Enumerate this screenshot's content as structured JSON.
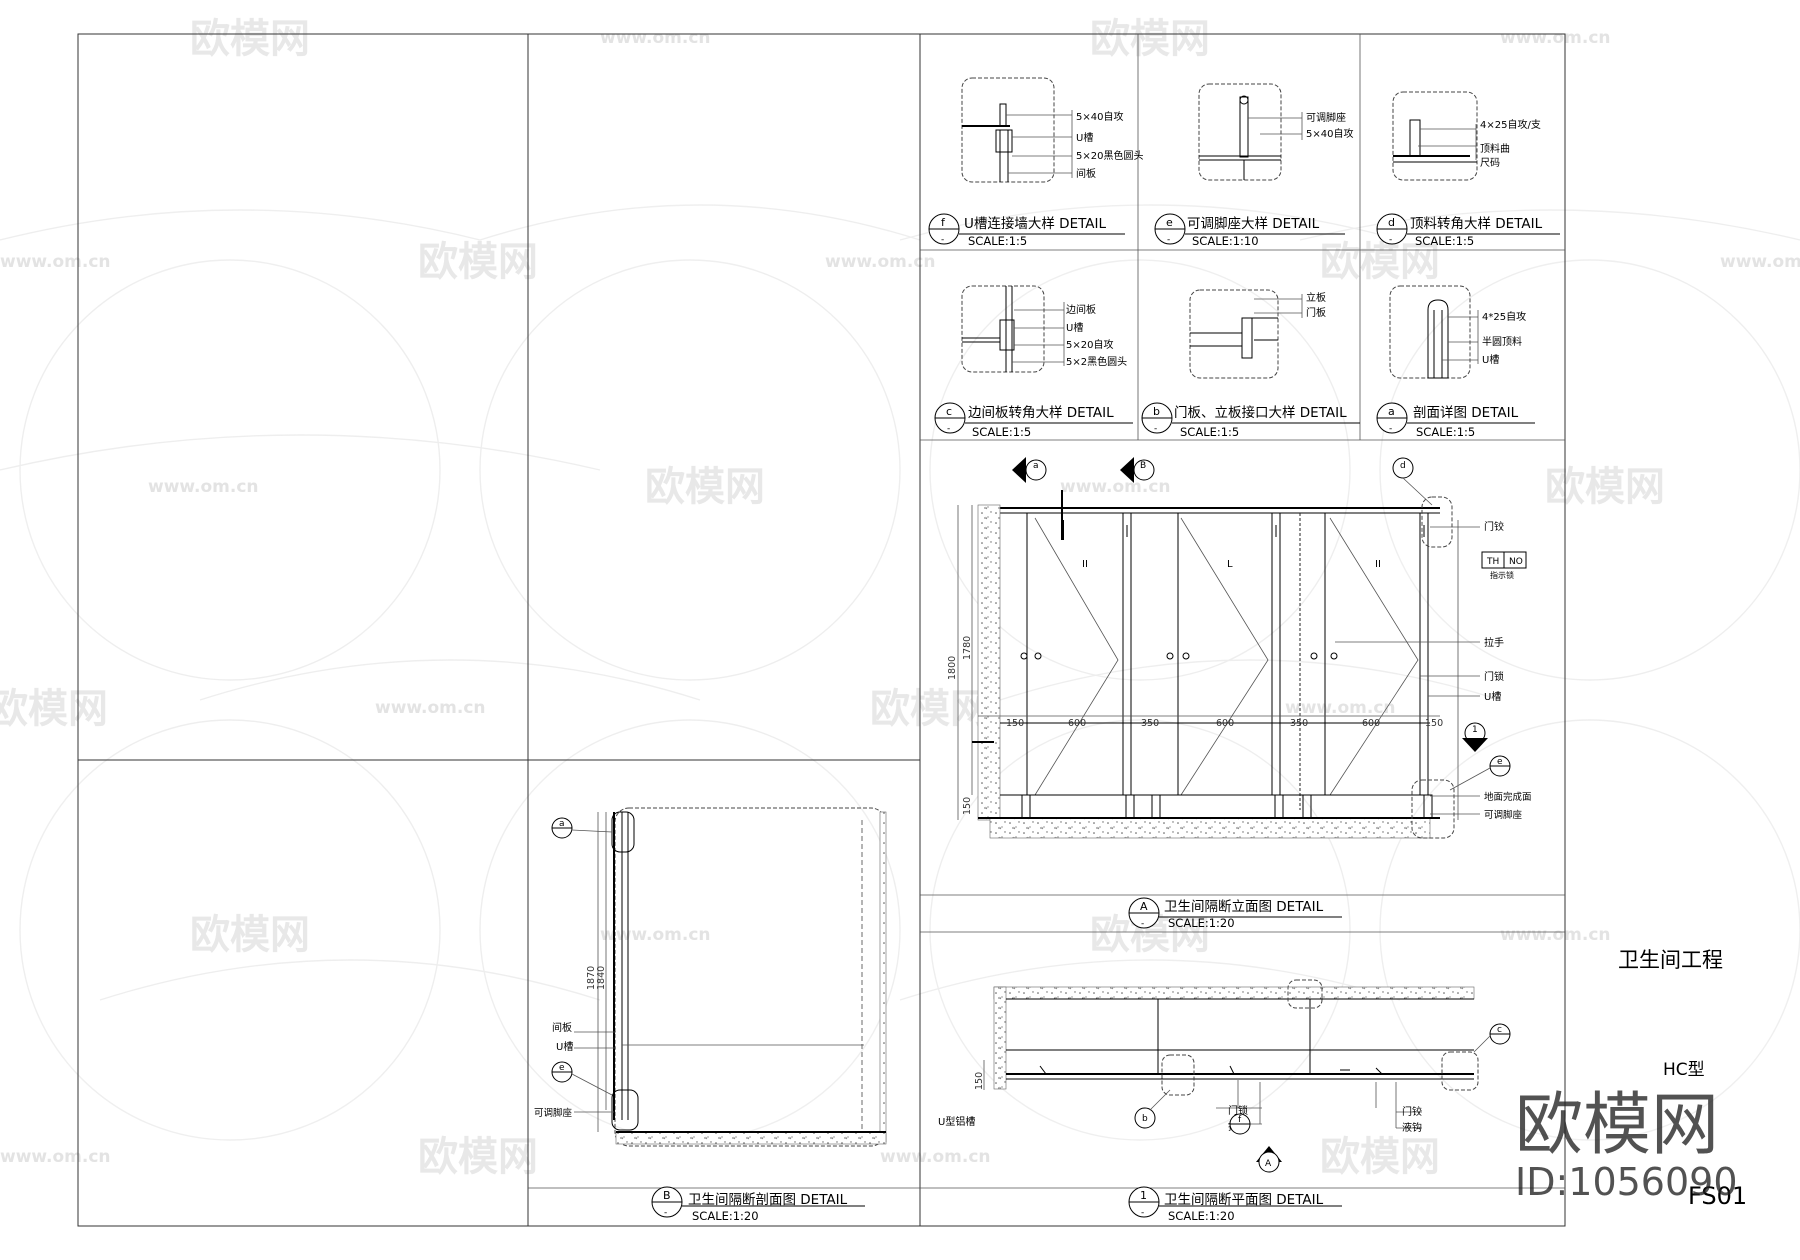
{
  "sheet": {
    "project": "卫生间工程",
    "type_label": "HC型",
    "sheet_no": "FS01"
  },
  "watermark": {
    "brand": "欧模网",
    "url": "www.om.cn",
    "id": "ID:1056090"
  },
  "details": {
    "f": {
      "id": "f",
      "title": "U槽连接墙大样 DETAIL",
      "scale": "SCALE:1:5",
      "notes": [
        "5×40自攻",
        "U槽",
        "5×20黑色圆头",
        "间板"
      ]
    },
    "e": {
      "id": "e",
      "title": "可调脚座大样  DETAIL",
      "scale": "SCALE:1:10",
      "notes": [
        "可调脚座",
        "5×40自攻"
      ]
    },
    "d": {
      "id": "d",
      "title": "顶料转角大样   DETAIL",
      "scale": "SCALE:1:5",
      "notes": [
        "4×25自攻/支",
        "顶料曲",
        "尺码"
      ]
    },
    "c": {
      "id": "c",
      "title": "边间板转角大样  DETAIL",
      "scale": "SCALE:1:5",
      "notes": [
        "边间板",
        "U槽",
        "5×20自攻",
        "5×2黑色圆头"
      ]
    },
    "b": {
      "id": "b",
      "title": "门板、立板接口大样 DETAIL",
      "scale": "SCALE:1:5",
      "notes": [
        "立板",
        "门板"
      ]
    },
    "a": {
      "id": "a",
      "title": "剖面详图   DETAIL",
      "scale": "SCALE:1:5",
      "notes": [
        "4*25自攻",
        "半圆顶料",
        "U槽"
      ]
    }
  },
  "elevation": {
    "id": "A",
    "title": "卫生间隔断立面图  DETAIL",
    "scale": "SCALE:1:20",
    "notes": [
      "门铰",
      "TH",
      "NO",
      "指示锁",
      "拉手",
      "门锁",
      "U槽",
      "地面完成面",
      "可调脚座"
    ],
    "dims_h": [
      "150",
      "600",
      "350",
      "600",
      "350",
      "600",
      "150"
    ],
    "dims_v": [
      "1800",
      "1780",
      "150"
    ],
    "refs": [
      "a",
      "B",
      "d",
      "1",
      "e"
    ]
  },
  "section": {
    "id": "B",
    "title": "卫生间隔断剖面图  DETAIL",
    "scale": "SCALE:1:20",
    "notes": [
      "间板",
      "U槽",
      "可调脚座"
    ],
    "dims_v": [
      "1870",
      "1840"
    ],
    "refs": [
      "a",
      "e"
    ]
  },
  "plan": {
    "id": "1",
    "title": "卫生间隔断平面图  DETAIL",
    "scale": "SCALE:1:20",
    "notes": [
      "U型铝槽",
      "门锁",
      "拉手",
      "门铰",
      "液钩"
    ],
    "refs": [
      "c",
      "b",
      "f",
      "A"
    ]
  }
}
